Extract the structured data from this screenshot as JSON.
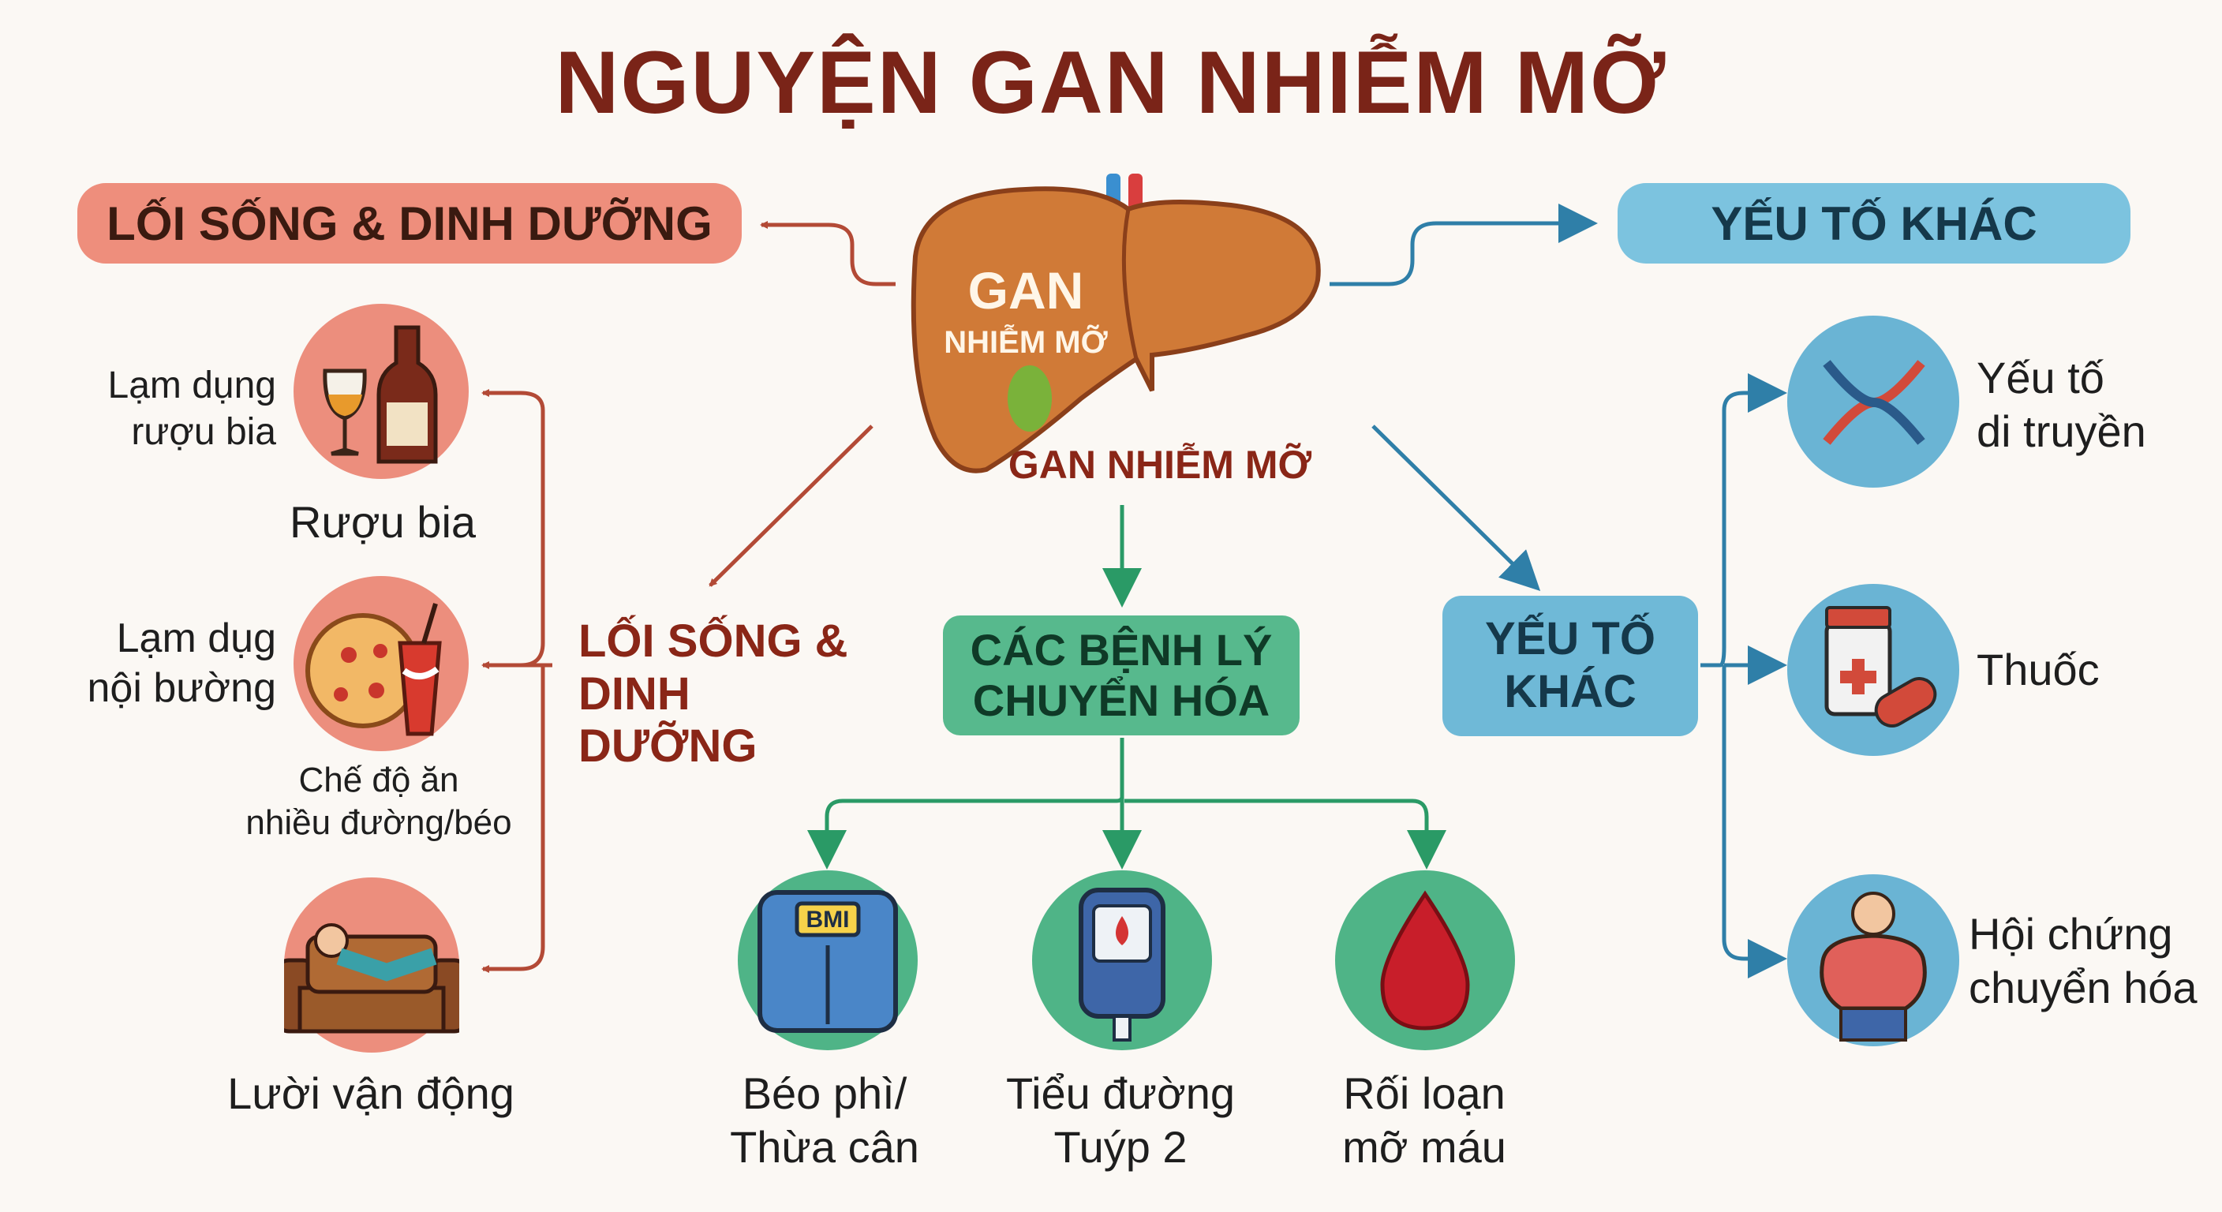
{
  "title": "NGUYỆN GAN NHIỄM MỠ",
  "colors": {
    "lifestyle": "#ee8e7c",
    "metabolic": "#57b98d",
    "other": "#7cc3df",
    "title": "#7a2418",
    "liver": "#d07a37"
  },
  "liver": {
    "line1": "GAN",
    "line2": "NHIỄM MỠ",
    "caption": "GAN NHIỄM MỠ"
  },
  "lifestyle": {
    "header": "LỐI SỐNG & DINH DƯỠNG",
    "mid_label_line1": "LỐI SỐNG &",
    "mid_label_line2": "DINH DƯỠNG",
    "items": [
      {
        "icon": "wine-bottle-icon",
        "side_line1": "Lạm dụng",
        "side_line2": "rượu bia",
        "caption": "Rượu bia"
      },
      {
        "icon": "pizza-soda-icon",
        "side_line1": "Lạm dụg",
        "side_line2": "nội bường",
        "caption_line1": "Chế độ ăn",
        "caption_line2": "nhiều đường/béo"
      },
      {
        "icon": "couch-potato-icon",
        "caption": "Lười vận động"
      }
    ]
  },
  "metabolic": {
    "header_line1": "CÁC BỆNH LÝ",
    "header_line2": "CHUYỂN HÓA",
    "items": [
      {
        "icon": "bmi-scale-icon",
        "bmi_text": "BMI",
        "line1": "Béo phì/",
        "line2": "Thừa cân"
      },
      {
        "icon": "glucometer-icon",
        "line1": "Tiểu đường",
        "line2": "Tuýp 2"
      },
      {
        "icon": "blood-drop-icon",
        "line1": "Rối loạn",
        "line2": "mỡ máu"
      }
    ]
  },
  "other": {
    "header": "YẾU TỐ KHÁC",
    "mid_label_line1": "YẾU TỐ",
    "mid_label_line2": "KHÁC",
    "items": [
      {
        "icon": "dna-icon",
        "line1": "Yếu tố",
        "line2": "di truyền"
      },
      {
        "icon": "medicine-icon",
        "line1": "Thuốc"
      },
      {
        "icon": "metabolic-syndrome-icon",
        "line1": "Hội chứng",
        "line2": "chuyển hóa"
      }
    ]
  }
}
